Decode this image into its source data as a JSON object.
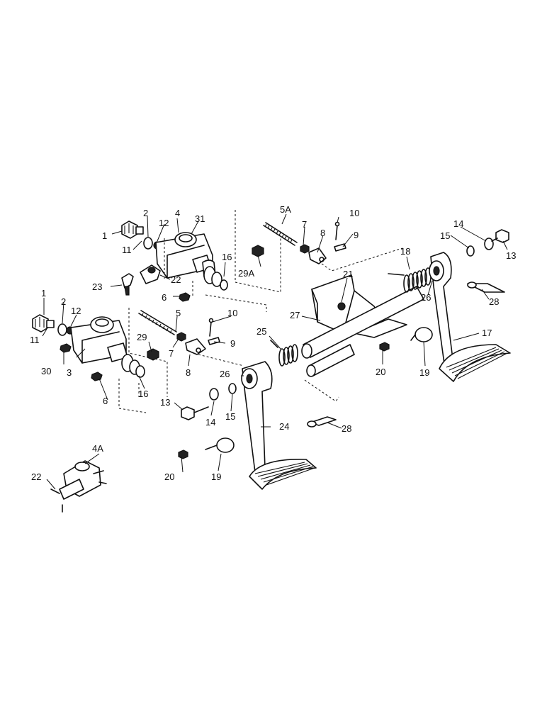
{
  "callouts": {
    "c1a": "1",
    "c2a": "2",
    "c4": "4",
    "c31": "31",
    "c12a": "12",
    "c11a": "11",
    "c16a": "16",
    "c22a": "22",
    "c23": "23",
    "c6a": "6",
    "c5a_top": "5A",
    "c7a": "7",
    "c8a": "8",
    "c10a": "10",
    "c9a": "9",
    "c29a": "29A",
    "c1b": "1",
    "c2b": "2",
    "c12b": "12",
    "c11b": "11",
    "c30": "30",
    "c3": "3",
    "c29": "29",
    "c5": "5",
    "c7b": "7",
    "c8b": "8",
    "c10b": "10",
    "c9b": "9",
    "c16b": "16",
    "c6b": "6",
    "c13a": "13",
    "c14a": "14",
    "c15a": "15",
    "c26a": "26",
    "c25": "25",
    "c24": "24",
    "c20a": "20",
    "c19a": "19",
    "c28a": "28",
    "c27": "27",
    "c21": "21",
    "c18": "18",
    "c26b": "26",
    "c20b": "20",
    "c19b": "19",
    "c14b": "14",
    "c15b": "15",
    "c13b": "13",
    "c28b": "28",
    "c17": "17",
    "c4a": "4A",
    "c22b": "22"
  }
}
